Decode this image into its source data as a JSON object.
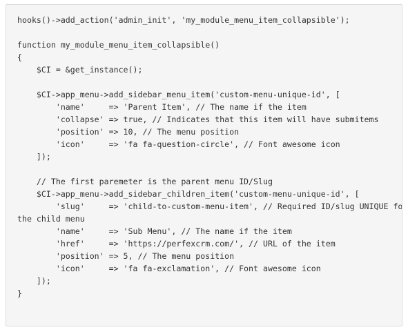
{
  "code_block": {
    "lines": [
      "hooks()->add_action('admin_init', 'my_module_menu_item_collapsible');",
      "",
      "function my_module_menu_item_collapsible()",
      "{",
      "    $CI = &get_instance();",
      "",
      "    $CI->app_menu->add_sidebar_menu_item('custom-menu-unique-id', [",
      "        'name'     => 'Parent Item', // The name if the item",
      "        'collapse' => true, // Indicates that this item will have submitems",
      "        'position' => 10, // The menu position",
      "        'icon'     => 'fa fa-question-circle', // Font awesome icon",
      "    ]);",
      "",
      "    // The first paremeter is the parent menu ID/Slug",
      "    $CI->app_menu->add_sidebar_children_item('custom-menu-unique-id', [",
      "        'slug'     => 'child-to-custom-menu-item', // Required ID/slug UNIQUE for",
      "the child menu",
      "        'name'     => 'Sub Menu', // The name if the item",
      "        'href'     => 'https://perfexcrm.com/', // URL of the item",
      "        'position' => 5, // The menu position",
      "        'icon'     => 'fa fa-exclamation', // Font awesome icon",
      "    ]);",
      "}"
    ]
  }
}
